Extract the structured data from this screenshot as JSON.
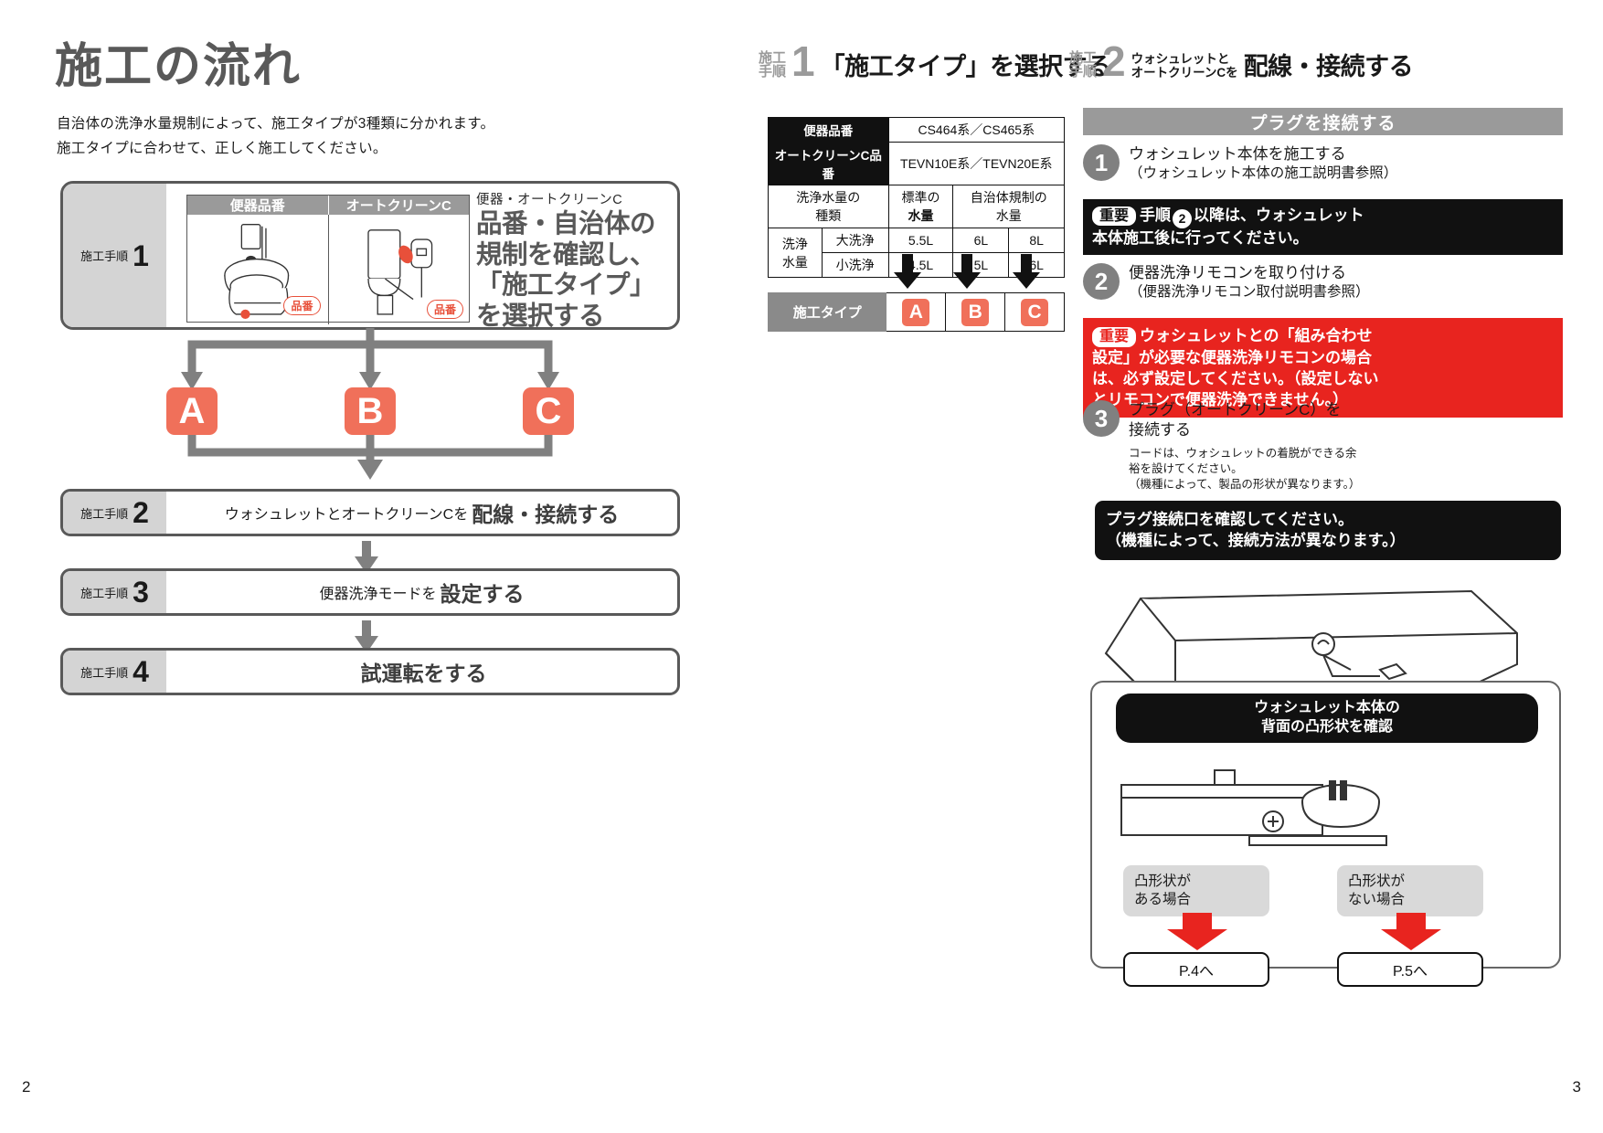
{
  "left": {
    "title": "施工の流れ",
    "intro_line1": "自治体の洗浄水量規制によって、施工タイプが3種類に分かれます。",
    "intro_line2": "施工タイプに合わせて、正しく施工してください。",
    "step_label_kanji": "施工手順",
    "step1": {
      "num": "1",
      "table_head_left": "便器品番",
      "table_head_right": "オートクリーンC",
      "callout_left": "品番",
      "callout_right": "品番",
      "caption": "便器・オートクリーンC",
      "big_line1": "品番・自治体の",
      "big_line2": "規制を確認し、",
      "big_line3": "「施工タイプ」",
      "big_line4": "を選択する"
    },
    "branches": [
      "A",
      "B",
      "C"
    ],
    "step2": {
      "num": "2",
      "text_normal": "ウォシュレットとオートクリーンCを",
      "text_bold": "配線・接続する"
    },
    "step3": {
      "num": "3",
      "text_normal": "便器洗浄モードを",
      "text_bold": "設定する"
    },
    "step4": {
      "num": "4",
      "text_normal": "",
      "text_bold": "試運転をする"
    },
    "page_number": "2"
  },
  "right": {
    "header1": {
      "prefix_line1": "施工",
      "prefix_line2": "手順",
      "num": "1",
      "title": "「施工タイプ」を選択する"
    },
    "header2": {
      "prefix_line1": "施工",
      "prefix_line2": "手順",
      "num": "2",
      "small_line1": "ウォシュレットと",
      "small_line2": "オートクリーンCを",
      "title": "配線・接続する"
    },
    "water_table": {
      "row_model": {
        "label": "便器品番",
        "value": "CS464系／CS465系"
      },
      "row_acc": {
        "label": "オートクリーンC品番",
        "value": "TEVN10E系／TEVN20E系"
      },
      "head_type_line1": "洗浄水量の",
      "head_type_line2": "種類",
      "head_standard_line1": "標準の",
      "head_standard_line2": "水量",
      "head_regulated_line1": "自治体規制の",
      "head_regulated_line2": "水量",
      "group_label_line1": "洗浄",
      "group_label_line2": "水量",
      "rows": [
        {
          "name": "大洗浄",
          "standard": "5.5L",
          "reg1": "6L",
          "reg2": "8L"
        },
        {
          "name": "小洗浄",
          "standard": "4.5L",
          "reg1": "5L",
          "reg2": "6L"
        }
      ]
    },
    "type_table": {
      "label": "施工タイプ",
      "types": [
        "A",
        "B",
        "C"
      ]
    },
    "plug_header": "プラグを接続する",
    "steps": [
      {
        "num": "1",
        "line1": "ウォシュレット本体を施工する",
        "line2": "（ウォシュレット本体の施工説明書参照）"
      },
      {
        "num": "2",
        "line1": "便器洗浄リモコンを取り付ける",
        "line2": "（便器洗浄リモコン取付説明書参照）"
      },
      {
        "num": "3",
        "line1": "プラグ（オートクリーンC）を",
        "line2": "接続する"
      }
    ],
    "black_note": {
      "tag": "重要",
      "text_a": "手順",
      "circ": "2",
      "text_b": "以降は、ウォシュレット",
      "line2": "本体施工後に行ってください。"
    },
    "red_note": {
      "tag": "重要",
      "line1": "ウォシュレットとの「組み合わせ",
      "line2": "設定」が必要な便器洗浄リモコンの場合",
      "line3": "は、必ず設定してください。（設定しない",
      "line4": "とリモコンで便器洗浄できません。）"
    },
    "step3_note_line1": "コードは、ウォシュレットの着脱ができる余",
    "step3_note_line2": "裕を設けてください。",
    "step3_note_line3": "（機種によって、製品の形状が異なります。）",
    "confirm_box": {
      "line1": "プラグ接続口を確認してください。",
      "line2": "（機種によって、接続方法が異なります。）"
    },
    "illus_caption_line1": "ウォシュレット本体の",
    "illus_caption_line2": "背面の凸形状を確認",
    "branch_left": {
      "line1": "凸形状が",
      "line2": "ある場合",
      "dest": "P.4へ"
    },
    "branch_right": {
      "line1": "凸形状が",
      "line2": "ない場合",
      "dest": "P.5へ"
    },
    "page_number": "3"
  },
  "colors": {
    "accent_orange": "#f0705a",
    "warn_red": "#e8241f",
    "gray_dark": "#595959",
    "gray_mid": "#9a9a9a",
    "gray_light": "#d4d4d4"
  }
}
